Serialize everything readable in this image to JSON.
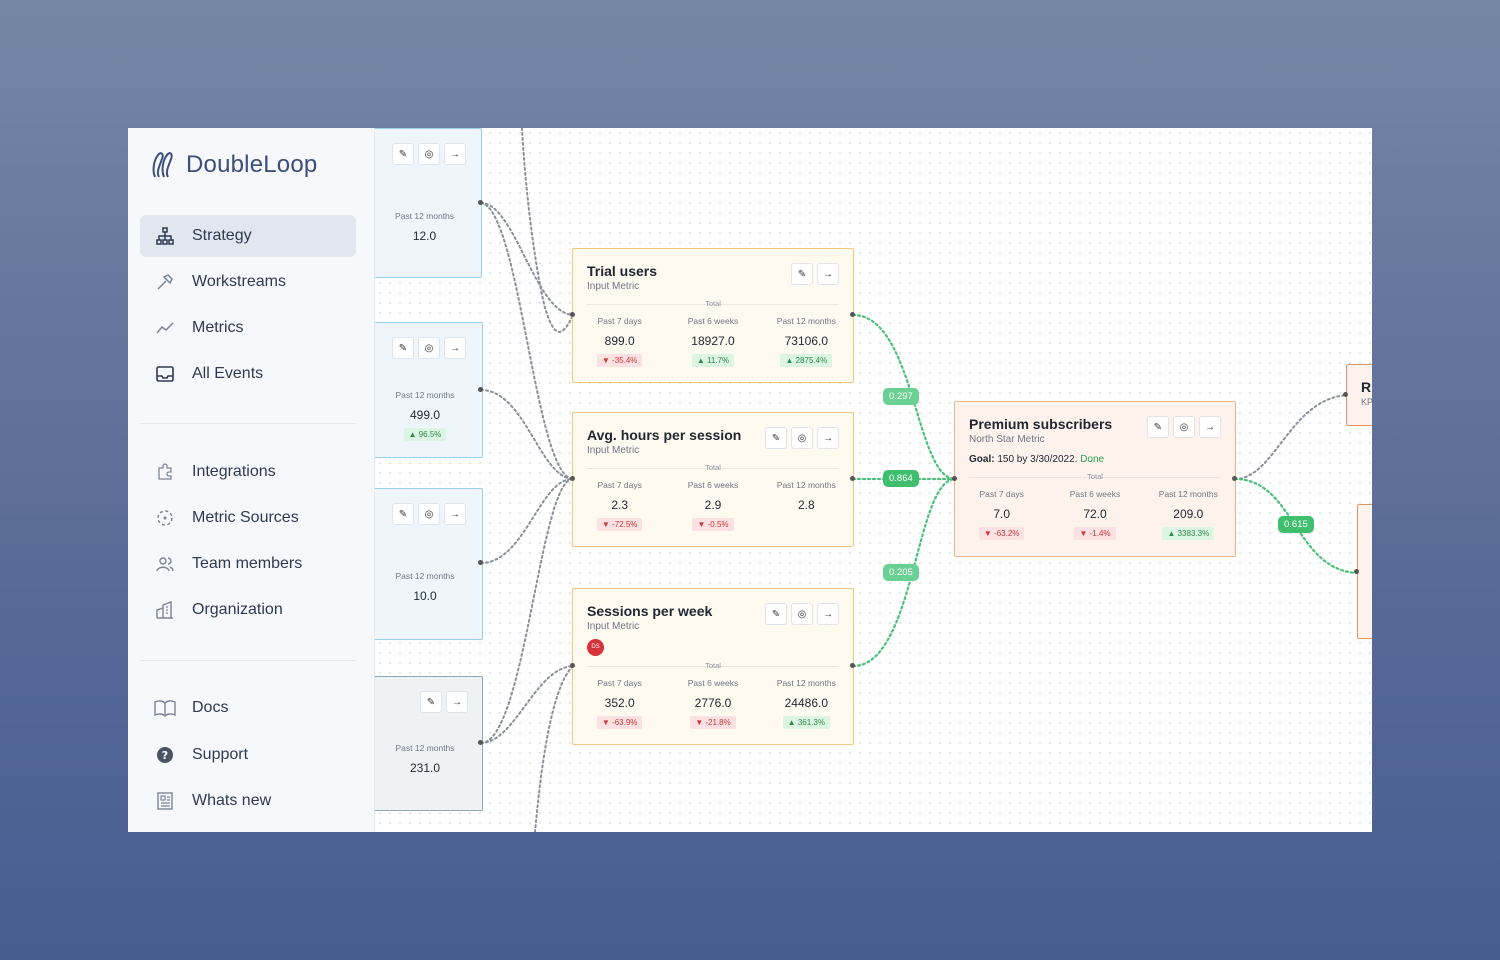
{
  "app": {
    "name": "DoubleLoop"
  },
  "sidebar": {
    "primary": [
      {
        "label": "Strategy",
        "icon": "org-chart-icon",
        "active": true
      },
      {
        "label": "Workstreams",
        "icon": "hammer-icon"
      },
      {
        "label": "Metrics",
        "icon": "trend-line-icon"
      },
      {
        "label": "All Events",
        "icon": "inbox-icon"
      }
    ],
    "secondary": [
      {
        "label": "Integrations",
        "icon": "puzzle-icon"
      },
      {
        "label": "Metric Sources",
        "icon": "dashed-circle-icon"
      },
      {
        "label": "Team members",
        "icon": "people-icon"
      },
      {
        "label": "Organization",
        "icon": "building-icon"
      }
    ],
    "tertiary": [
      {
        "label": "Docs",
        "icon": "book-icon"
      },
      {
        "label": "Support",
        "icon": "question-icon"
      },
      {
        "label": "Whats new",
        "icon": "newspaper-icon"
      }
    ]
  },
  "canvas": {
    "total_label": "Total",
    "col_labels": {
      "d7": "Past 7 days",
      "w6": "Past 6 weeks",
      "m12": "Past 12 months"
    },
    "left_nodes": [
      {
        "label": "Past 12 months",
        "value": "12.0"
      },
      {
        "label": "Past 12 months",
        "value": "499.0",
        "change": "96.5%"
      },
      {
        "label": "Past 12 months",
        "value": "10.0"
      },
      {
        "label": "Past 12 months",
        "value": "231.0"
      }
    ],
    "trial": {
      "title": "Trial users",
      "subtitle": "Input Metric",
      "d7": "899.0",
      "w6": "18927.0",
      "m12": "73106.0",
      "d7_change": "-35.4%",
      "w6_change": "11.7%",
      "m12_change": "2875.4%"
    },
    "avg": {
      "title": "Avg. hours per session",
      "subtitle": "Input Metric",
      "d7": "2.3",
      "w6": "2.9",
      "m12": "2.8",
      "d7_change": "-72.5%",
      "w6_change": "-0.5%"
    },
    "sessions": {
      "title": "Sessions per week",
      "subtitle": "Input Metric",
      "avatar": "DS",
      "d7": "352.0",
      "w6": "2776.0",
      "m12": "24486.0",
      "d7_change": "-63.9%",
      "w6_change": "-21.8%",
      "m12_change": "361.3%"
    },
    "premium": {
      "title": "Premium subscribers",
      "subtitle": "North Star Metric",
      "goal_label": "Goal:",
      "goal_text": "150 by 3/30/2022.",
      "goal_status": "Done",
      "d7": "7.0",
      "w6": "72.0",
      "m12": "209.0",
      "d7_change": "-63.2%",
      "w6_change": "-1.4%",
      "m12_change": "3383.3%"
    },
    "right_partial": {
      "title": "R",
      "subtitle": "KP"
    },
    "weights": {
      "w1": "0.297",
      "w2": "0.864",
      "w3": "0.205",
      "w4": "0.615"
    }
  }
}
